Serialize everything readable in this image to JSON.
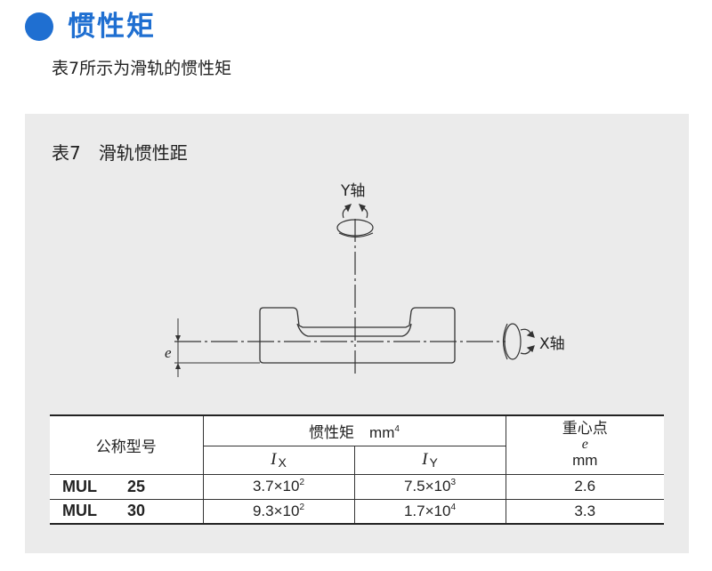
{
  "heading": {
    "title": "惯性矩",
    "subtitle": "表7所示为滑轨的惯性矩",
    "accent_color": "#1f6fd1"
  },
  "figure": {
    "table_title": "表7　滑轨惯性距",
    "y_axis_label": "Y轴",
    "x_axis_label": "X轴",
    "e_label": "e"
  },
  "table": {
    "header": {
      "model": "公称型号",
      "moment": "惯性矩　mm",
      "moment_exp": "4",
      "ix_symbol": "I",
      "ix_sub": "X",
      "iy_symbol": "I",
      "iy_sub": "Y",
      "centroid": "重心点",
      "centroid_symbol": "e",
      "centroid_unit": "mm"
    },
    "rows": [
      {
        "series": "MUL",
        "size": "25",
        "ix_base": "3.7×10",
        "ix_exp": "2",
        "iy_base": "7.5×10",
        "iy_exp": "3",
        "e": "2.6"
      },
      {
        "series": "MUL",
        "size": "30",
        "ix_base": "9.3×10",
        "ix_exp": "2",
        "iy_base": "1.7×10",
        "iy_exp": "4",
        "e": "3.3"
      }
    ]
  }
}
